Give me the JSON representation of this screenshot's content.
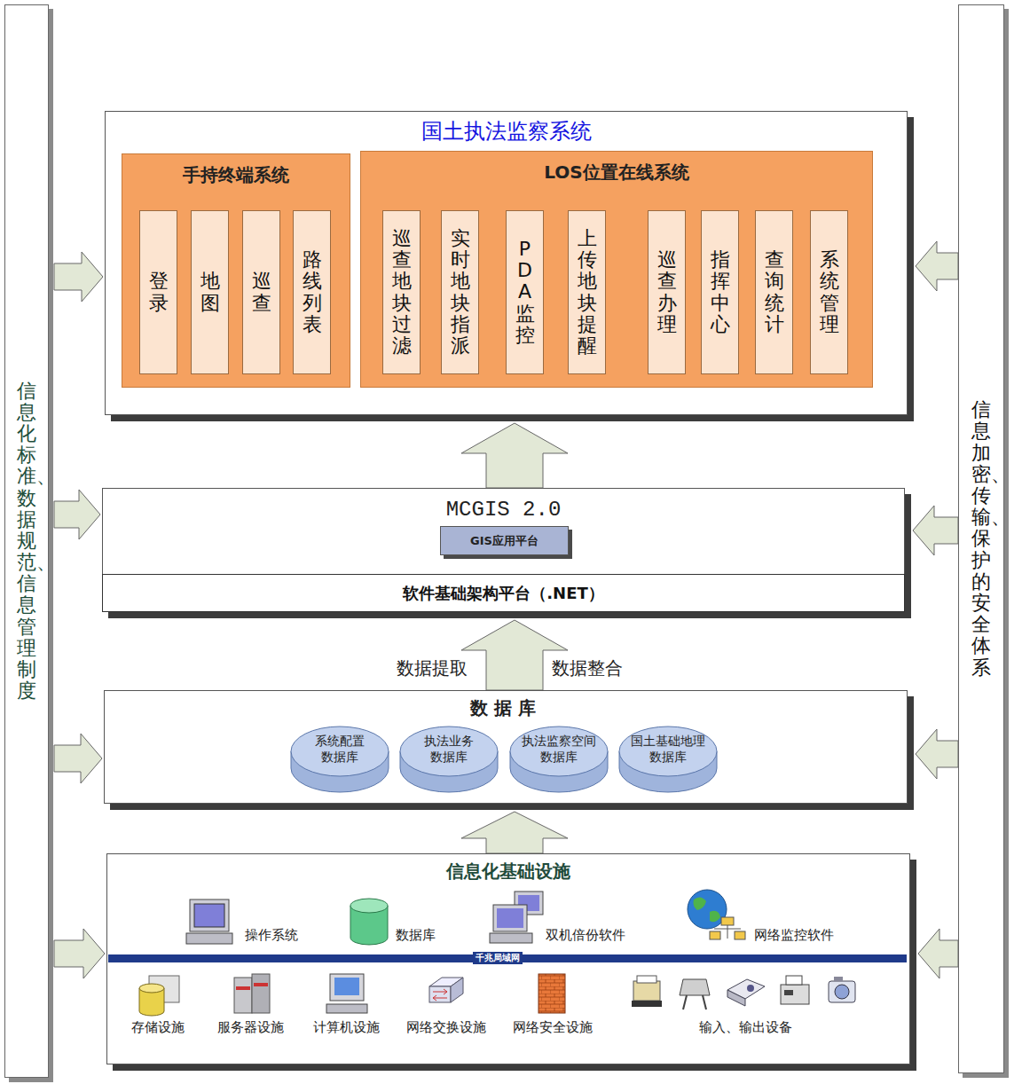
{
  "diagram": {
    "nodes": [
      {
        "text": [
          "国土执法监察系统"
        ]
      },
      {
        "text": [
          "手持终端系统"
        ],
        "in": 0
      },
      {
        "text": [
          "登录"
        ],
        "in": 1
      },
      {
        "text": [
          "地图"
        ],
        "in": 1
      },
      {
        "text": [
          "巡查"
        ],
        "in": 1
      },
      {
        "text": [
          "路线列表"
        ],
        "in": 1
      },
      {
        "text": [
          "LOS位置在线系统"
        ],
        "in": 0
      },
      {
        "text": [
          "巡查地块过滤"
        ],
        "in": 6
      },
      {
        "text": [
          "实时地块指派"
        ],
        "in": 6
      },
      {
        "text": [
          "PDA监控"
        ],
        "in": 6
      },
      {
        "text": [
          "上传地块提醒"
        ],
        "in": 6
      },
      {
        "text": [
          "巡查办理"
        ],
        "in": 6
      },
      {
        "text": [
          "指挥中心"
        ],
        "in": 6
      },
      {
        "text": [
          "查询统计"
        ],
        "in": 6
      },
      {
        "text": [
          "系统管理"
        ],
        "in": 6
      },
      {
        "text": [
          "MCGIS 2.0"
        ]
      },
      {
        "text": [
          "GIS应用平台"
        ],
        "in": 15
      },
      {
        "text": [
          "软件基础架构平台（.NET）"
        ],
        "in": 15
      },
      {
        "text": [
          "数据库"
        ]
      },
      {
        "text": [
          "系统配置 数据库"
        ],
        "in": 18
      },
      {
        "text": [
          "执法业务 数据库"
        ],
        "in": 18
      },
      {
        "text": [
          "执法监察空间 数据库"
        ],
        "in": 18
      },
      {
        "text": [
          "国土基础地理 数据库"
        ],
        "in": 18
      },
      {
        "text": [
          "信息化基础设施"
        ]
      },
      {
        "text": [
          "信息化标准、数据规范、信息管理制度"
        ]
      },
      {
        "text": [
          "信息加密、传输、保护的安全体系"
        ]
      }
    ],
    "edges": [
      {
        "from": 23,
        "to": 18,
        "arrow": "to"
      },
      {
        "from": 18,
        "to": 15,
        "arrow": "to",
        "label": "数据提取"
      },
      {
        "from": 15,
        "to": 0,
        "arrow": "to"
      },
      {
        "from": 24,
        "to": 0,
        "arrow": "to"
      },
      {
        "from": 24,
        "to": 15,
        "arrow": "to"
      },
      {
        "from": 24,
        "to": 18,
        "arrow": "to"
      },
      {
        "from": 24,
        "to": 23,
        "arrow": "to"
      },
      {
        "from": 25,
        "to": 0,
        "arrow": "to"
      },
      {
        "from": 25,
        "to": 15,
        "arrow": "to"
      },
      {
        "from": 25,
        "to": 18,
        "arrow": "to"
      },
      {
        "from": 25,
        "to": 23,
        "arrow": "to"
      }
    ],
    "labels": [
      "数据整合",
      "操作系统",
      "数据库",
      "双机倍份软件",
      "网络监控软件",
      "千兆局域网",
      "存储设施",
      "服务器设施",
      "计算机设施",
      "网络交换设施",
      "网络安全设施",
      "输入、输出设备"
    ]
  }
}
